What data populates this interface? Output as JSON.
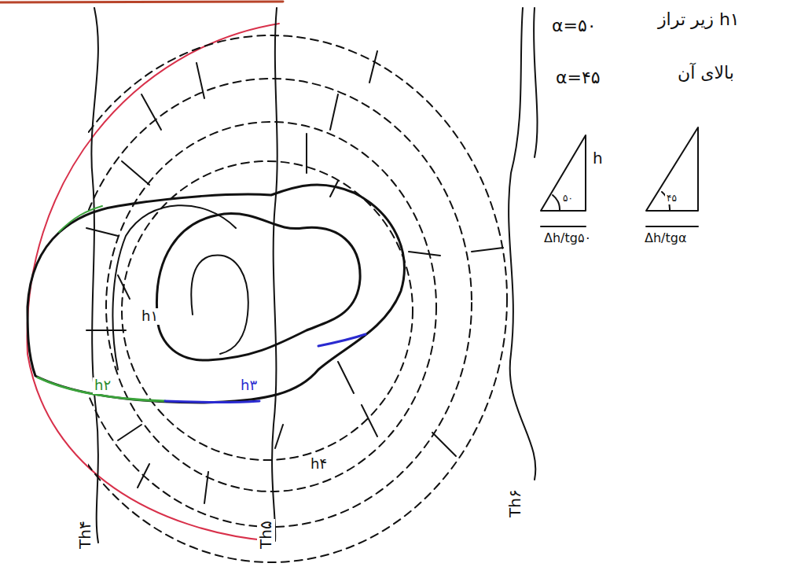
{
  "diagram": {
    "labels": [
      "α=۵۰",
      "زیر تراز h۱",
      "α=۴۵",
      "بالای آن",
      "h",
      "۵۰",
      "Δh/tg۵۰",
      "۴۵",
      "Δh/tgα",
      "h۱",
      "h۲",
      "h۳",
      "h۴",
      "Th۴",
      "Th۵",
      "Th۶"
    ]
  }
}
